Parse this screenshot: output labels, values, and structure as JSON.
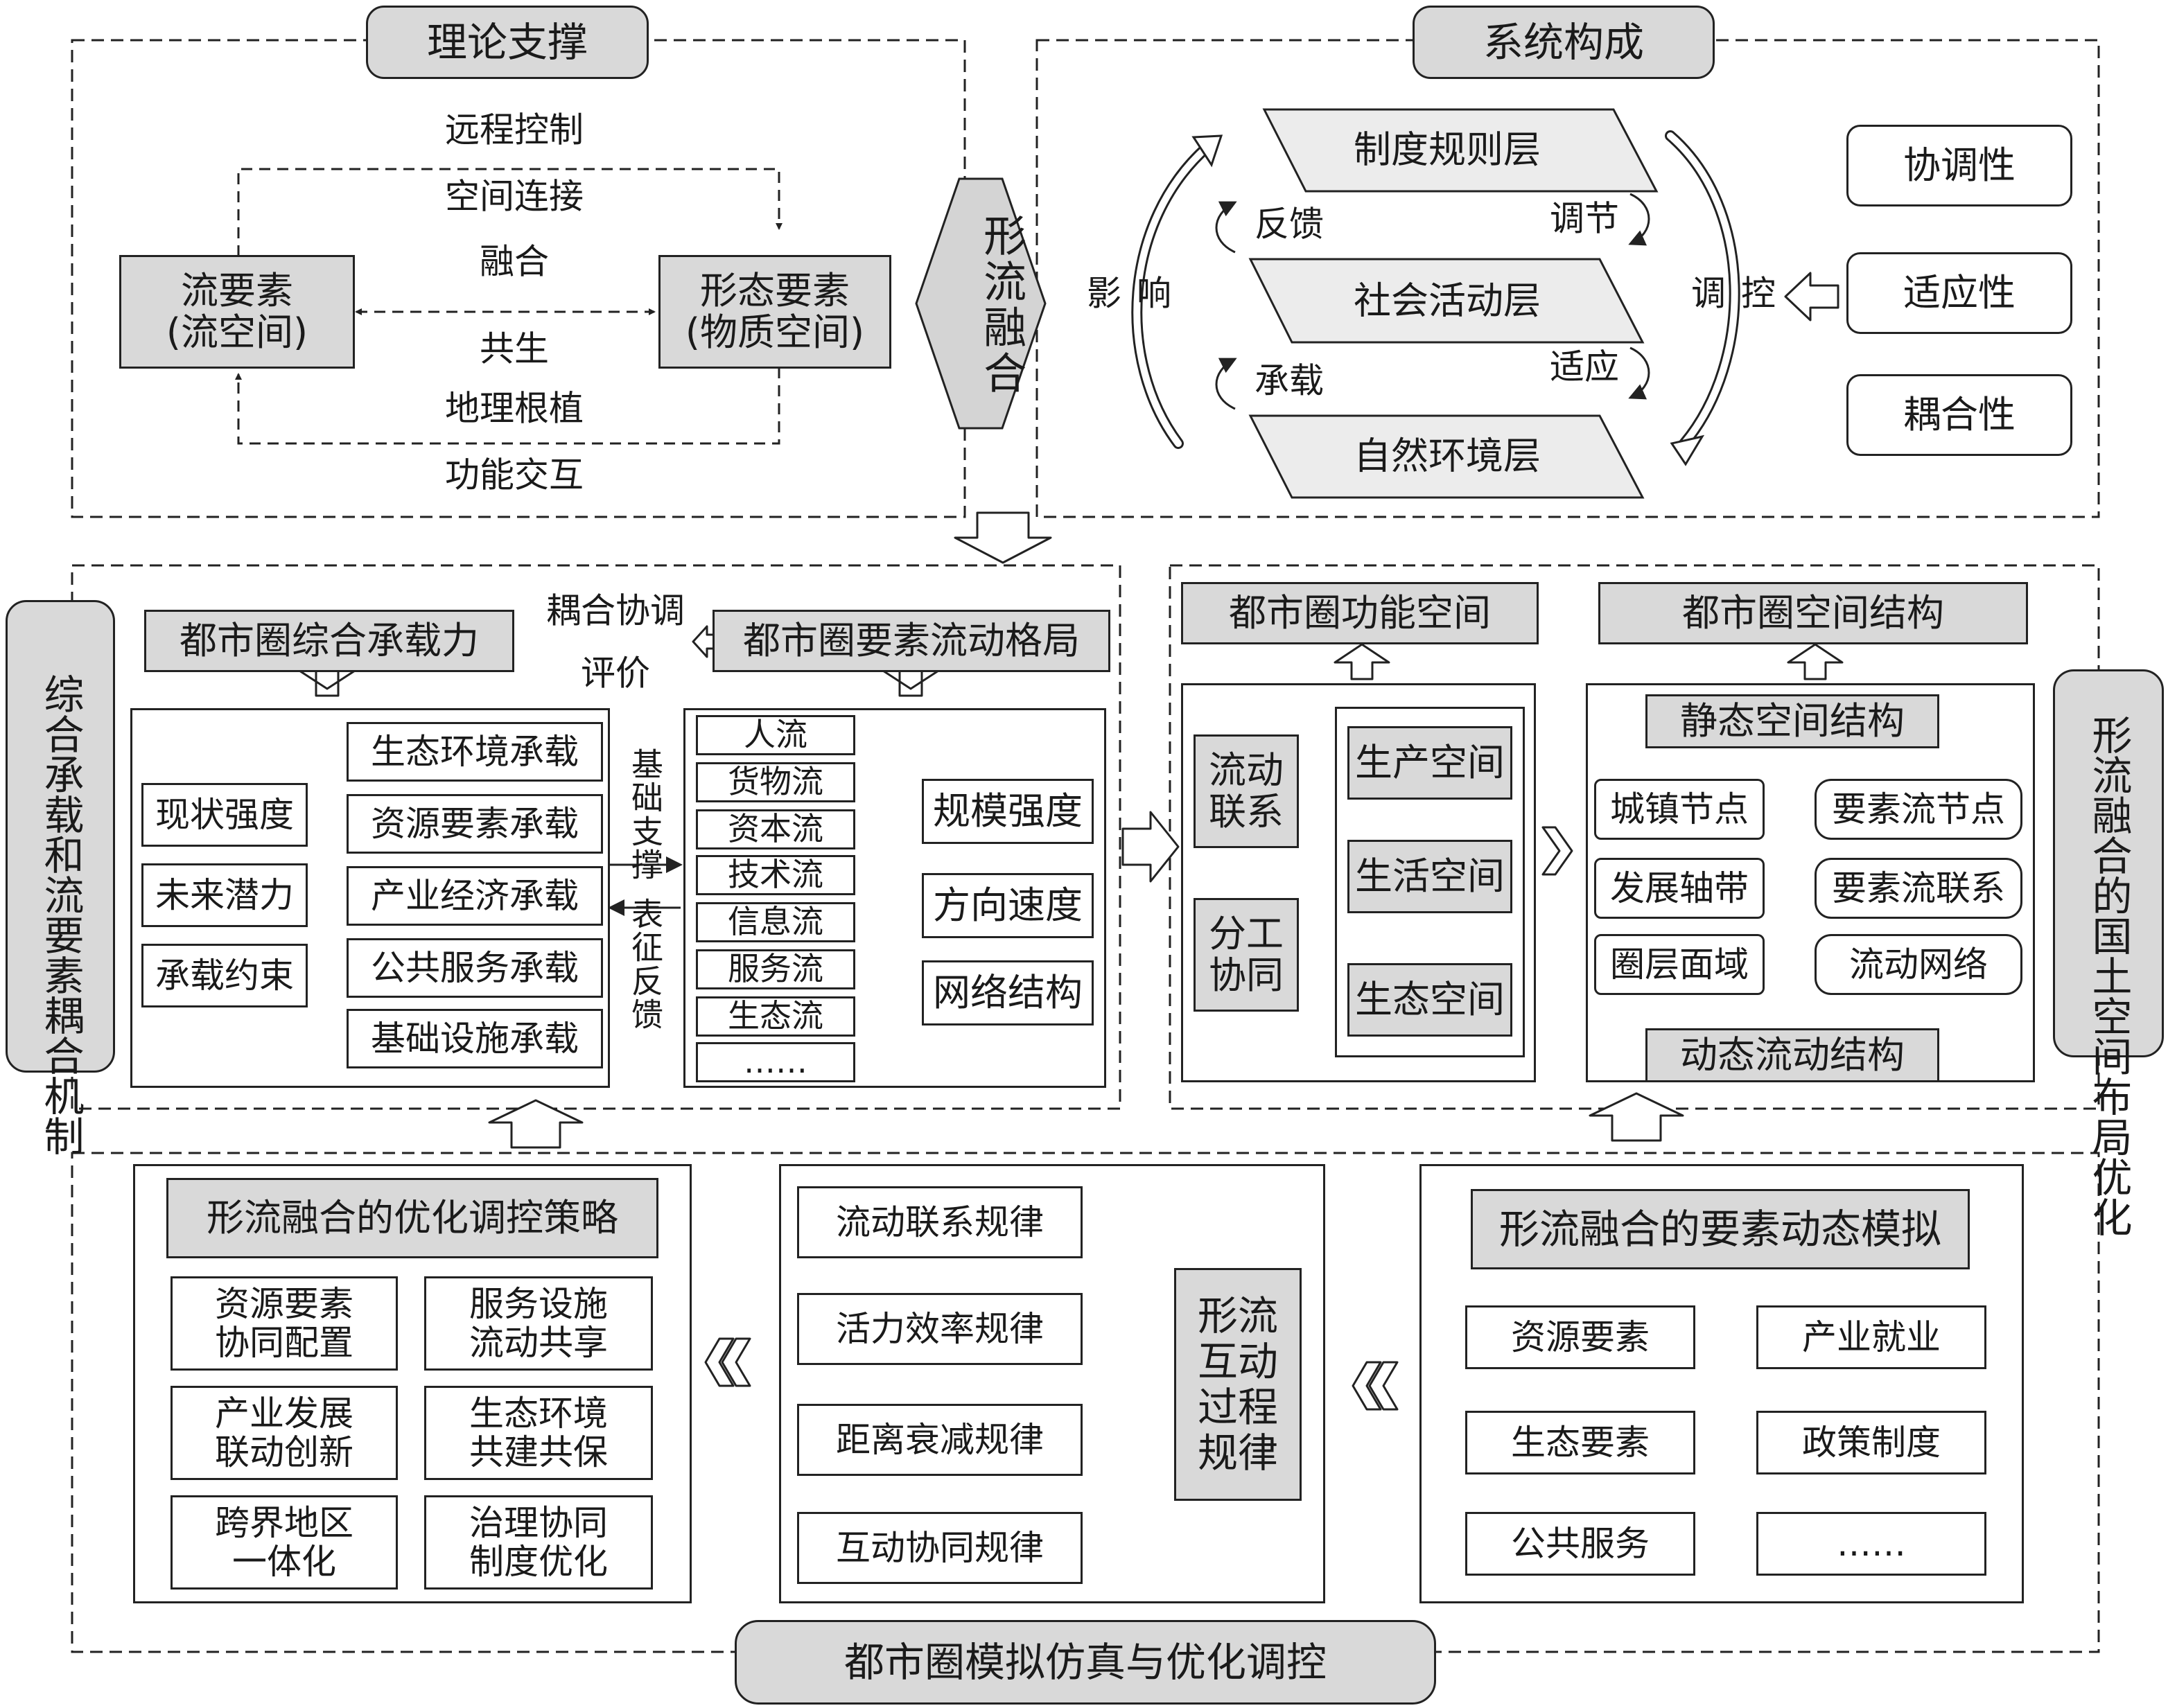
{
  "theory": {
    "title": "理论支撑",
    "flow_element": [
      "流要素",
      "(流空间)"
    ],
    "form_element": [
      "形态要素",
      "(物质空间)"
    ],
    "top_labels": [
      "远程控制",
      "空间连接",
      "融合"
    ],
    "bottom_labels": [
      "共生",
      "地理根植",
      "功能交互"
    ]
  },
  "fusion_label": "形流融合",
  "system": {
    "title": "系统构成",
    "layers": [
      "制度规则层",
      "社会活动层",
      "自然环境层"
    ],
    "influence": "影响",
    "feedback": "反馈",
    "regulate": "调节",
    "carry": "承载",
    "adapt": "适应",
    "control": "调控",
    "properties": [
      "协调性",
      "适应性",
      "耦合性"
    ]
  },
  "mechanism": {
    "side_label": "综合承载和流要素耦合机制",
    "capacity_title": "都市圈综合承载力",
    "coupling": "耦合协调",
    "evaluate": "评价",
    "pattern_title": "都市圈要素流动格局",
    "factors": [
      "现状强度",
      "未来潜力",
      "承载约束"
    ],
    "carrying": [
      "生态环境承载",
      "资源要素承载",
      "产业经济承载",
      "公共服务承载",
      "基础设施承载"
    ],
    "basis_support": "基础支撑",
    "repr_feedback": "表征反馈",
    "flows": [
      "人流",
      "货物流",
      "资本流",
      "技术流",
      "信息流",
      "服务流",
      "生态流",
      "……"
    ],
    "metrics": [
      "规模强度",
      "方向速度",
      "网络结构"
    ]
  },
  "layout_opt": {
    "side_label": "形流融合的国土空间布局优化",
    "function_title": "都市圈功能空间",
    "structure_title": "都市圈空间结构",
    "inputs": [
      "流动联系",
      "分工协同"
    ],
    "spaces": [
      "生产空间",
      "生活空间",
      "生态空间"
    ],
    "static": "静态空间结构",
    "dynamic": "动态流动结构",
    "left_nodes": [
      "城镇节点",
      "发展轴带",
      "圈层面域"
    ],
    "right_nodes": [
      "要素流节点",
      "要素流联系",
      "流动网络"
    ]
  },
  "simulation": {
    "title": "都市圈模拟仿真与优化调控",
    "strategy_title": "形流融合的优化调控策略",
    "strategies": [
      [
        "资源要素",
        "协同配置"
      ],
      [
        "服务设施",
        "流动共享"
      ],
      [
        "产业发展",
        "联动创新"
      ],
      [
        "生态环境",
        "共建共保"
      ],
      [
        "跨界地区",
        "一体化"
      ],
      [
        "治理协同",
        "制度优化"
      ]
    ],
    "laws": [
      "流动联系规律",
      "活力效率规律",
      "距离衰减规律",
      "互动协同规律"
    ],
    "law_title": "形流互动过程规律",
    "model_title": "形流融合的要素动态模拟",
    "elements": [
      "资源要素",
      "产业就业",
      "生态要素",
      "政策制度",
      "公共服务",
      "……"
    ]
  }
}
